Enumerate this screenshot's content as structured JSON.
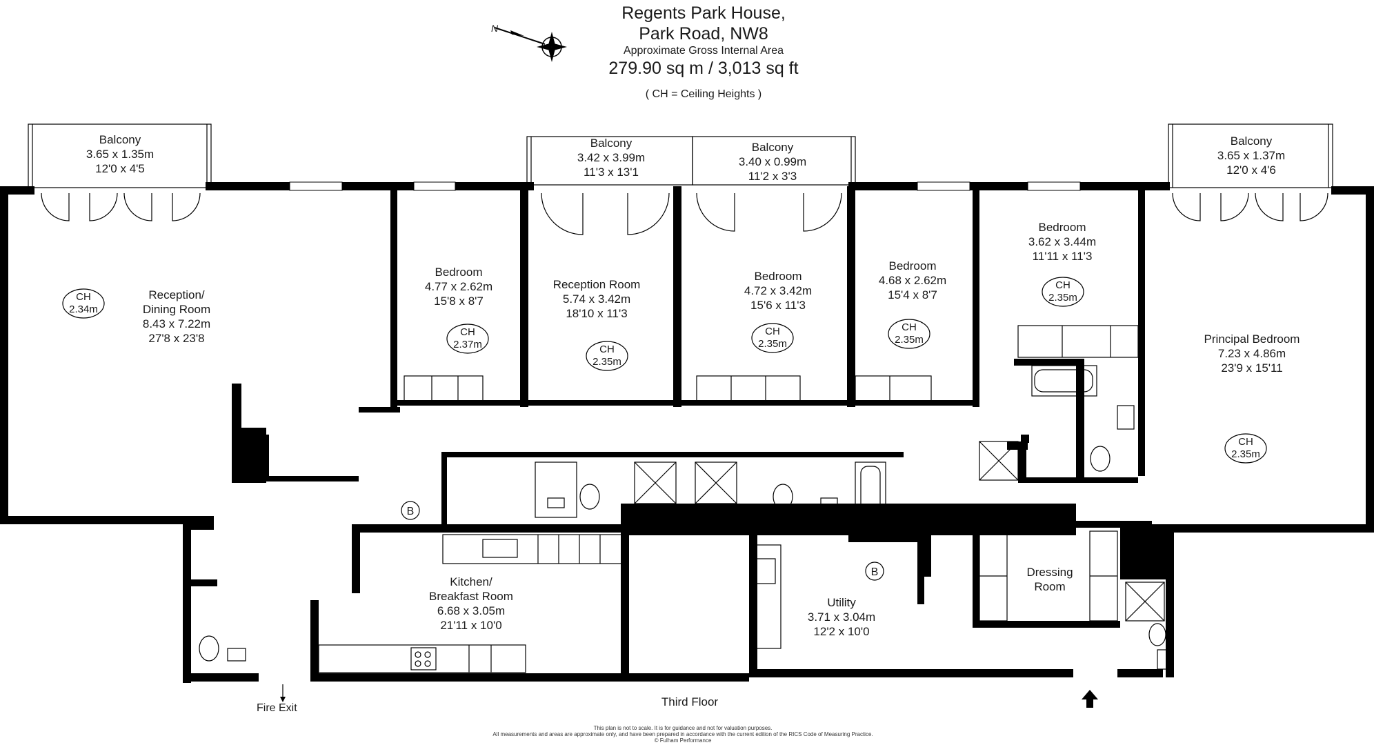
{
  "header": {
    "address_line1": "Regents Park House,",
    "address_line2": "Park Road, NW8",
    "area_label": "Approximate Gross Internal Area",
    "area_value": "279.90 sq m  /  3,013 sq ft",
    "ch_note": "( CH = Ceiling Heights )"
  },
  "compass": {
    "north_letter": "N"
  },
  "rooms": {
    "balcony1": {
      "name": "Balcony",
      "metric": "3.65 x 1.35m",
      "imperial": "12'0 x 4'5"
    },
    "balcony2": {
      "name": "Balcony",
      "metric": "3.42 x 3.99m",
      "imperial": "11'3 x 13'1"
    },
    "balcony3": {
      "name": "Balcony",
      "metric": "3.40 x 0.99m",
      "imperial": "11'2 x 3'3"
    },
    "balcony4": {
      "name": "Balcony",
      "metric": "3.65 x 1.37m",
      "imperial": "12'0 x 4'6"
    },
    "reception_dining": {
      "name1": "Reception/",
      "name2": "Dining Room",
      "metric": "8.43 x 7.22m",
      "imperial": "27'8 x 23'8"
    },
    "bedroom1": {
      "name": "Bedroom",
      "metric": "4.77 x 2.62m",
      "imperial": "15'8 x 8'7"
    },
    "reception_room": {
      "name": "Reception Room",
      "metric": "5.74 x 3.42m",
      "imperial": "18'10 x 11'3"
    },
    "bedroom2": {
      "name": "Bedroom",
      "metric": "4.72 x 3.42m",
      "imperial": "15'6 x 11'3"
    },
    "bedroom3": {
      "name": "Bedroom",
      "metric": "4.68 x 2.62m",
      "imperial": "15'4 x 8'7"
    },
    "bedroom4": {
      "name": "Bedroom",
      "metric": "3.62 x 3.44m",
      "imperial": "11'11 x 11'3"
    },
    "principal_bedroom": {
      "name": "Principal Bedroom",
      "metric": "7.23 x 4.86m",
      "imperial": "23'9 x 15'11"
    },
    "kitchen": {
      "name1": "Kitchen/",
      "name2": "Breakfast Room",
      "metric": "6.68 x 3.05m",
      "imperial": "21'11 x 10'0"
    },
    "utility": {
      "name": "Utility",
      "metric": "3.71 x 3.04m",
      "imperial": "12'2 x 10'0"
    },
    "dressing": {
      "name1": "Dressing",
      "name2": "Room"
    }
  },
  "ceiling_heights": {
    "label": "CH",
    "reception_dining": "2.34m",
    "bedroom1": "2.37m",
    "reception_room": "2.35m",
    "bedroom2": "2.35m",
    "bedroom3": "2.35m",
    "bedroom4": "2.35m",
    "principal_bedroom": "2.35m"
  },
  "boiler_label": "B",
  "fire_exit": "Fire Exit",
  "floor": "Third Floor",
  "disclaimer": {
    "line1": "This plan is not to scale. It is for guidance and not for valuation purposes.",
    "line2": "All measurements and areas are approximate only, and have been prepared in accordance with the current edition of the RICS Code of Measuring Practice.",
    "line3": "© Fulham Performance"
  }
}
